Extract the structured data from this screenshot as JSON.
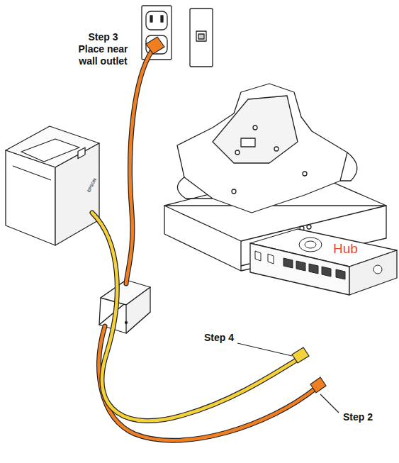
{
  "diagram": {
    "nodes": [
      {
        "text": [
          "Hub"
        ]
      }
    ],
    "labels": [
      "Step 3",
      "Place near wall outlet",
      "Step 4",
      "Step 2",
      "EPSON"
    ]
  }
}
